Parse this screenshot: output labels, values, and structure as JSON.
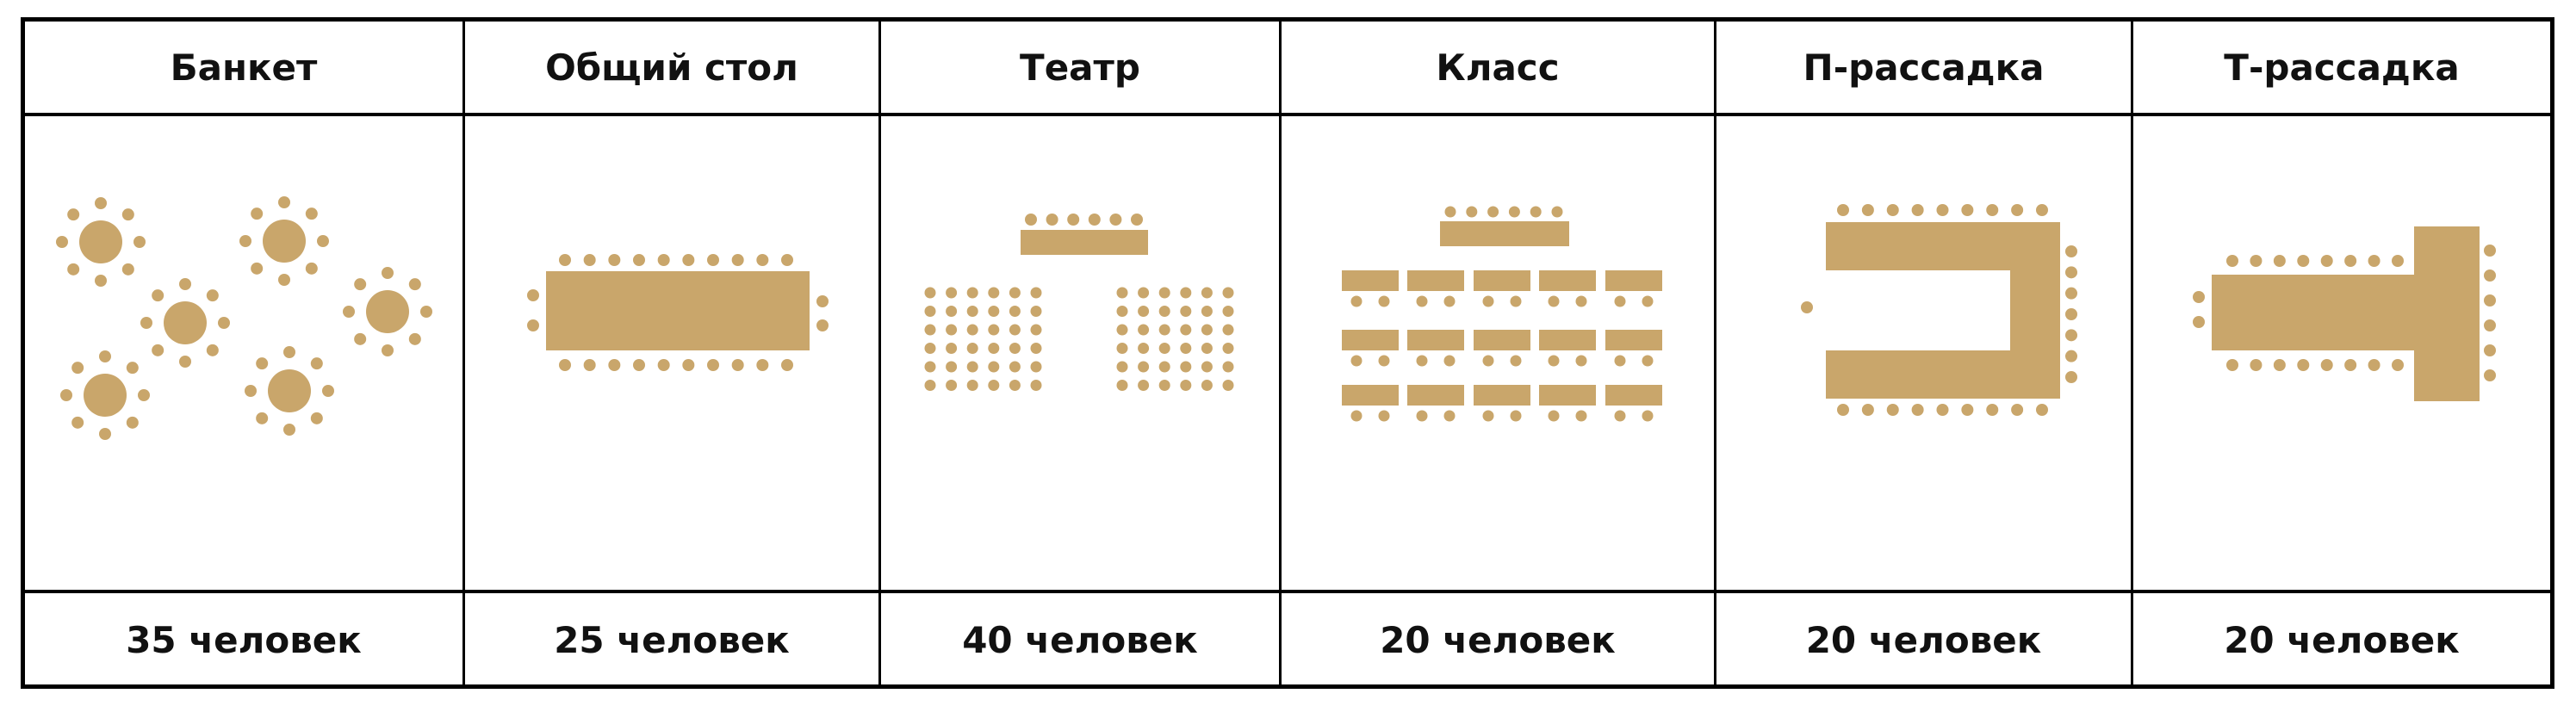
{
  "layouts": [
    {
      "name": "Банкет",
      "capacity": "35 человек",
      "icon": "banquet-layout-icon"
    },
    {
      "name": "Общий стол",
      "capacity": "25 человек",
      "icon": "common-table-layout-icon"
    },
    {
      "name": "Театр",
      "capacity": "40 человек",
      "icon": "theatre-layout-icon"
    },
    {
      "name": "Класс",
      "capacity": "20 человек",
      "icon": "classroom-layout-icon"
    },
    {
      "name": "П-рассадка",
      "capacity": "20 человек",
      "icon": "u-shape-layout-icon"
    },
    {
      "name": "Т-рассадка",
      "capacity": "20 человек",
      "icon": "t-shape-layout-icon"
    }
  ],
  "colors": {
    "accent": "#c9a66b",
    "border": "#000000",
    "text": "#111111"
  }
}
